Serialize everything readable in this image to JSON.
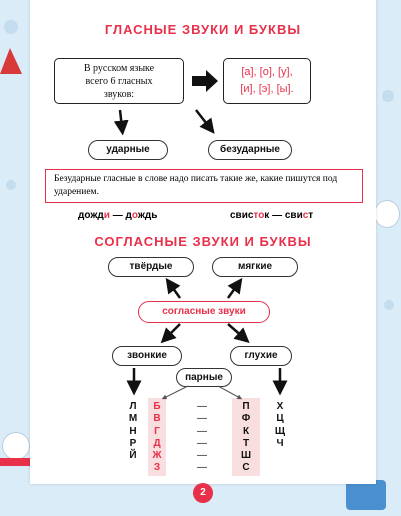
{
  "vowels": {
    "title": "ГЛАСНЫЕ ЗВУКИ И БУКВЫ",
    "intro_lines": [
      "В русском языке",
      "всего 6 гласных",
      "звуков:"
    ],
    "sounds_row1": "[а], [о], [у],",
    "sounds_row2": "[и], [э], [ы].",
    "stressed": "ударные",
    "unstressed": "безударные",
    "rule": "Безударные гласные в слове надо писать такие же, какие пишутся под ударением.",
    "example1": {
      "a_pre": "дожд",
      "a_hl": "и",
      "dash": "—",
      "b_pre": "д",
      "b_hl": "о",
      "b_post": "ждь"
    },
    "example2": {
      "a_pre": "свис",
      "a_hl": "то",
      "a_post": "к",
      "dash": "—",
      "b_pre": "сви",
      "b_hl": "с",
      "b_post": "т"
    }
  },
  "consonants": {
    "title": "СОГЛАСНЫЕ ЗВУКИ И БУКВЫ",
    "hard": "твёрдые",
    "soft": "мягкие",
    "center": "согласные звуки",
    "voiced": "звонкие",
    "voiceless": "глухие",
    "paired": "парные",
    "unpaired_voiced": [
      "Л",
      "М",
      "Н",
      "Р",
      "Й"
    ],
    "paired_voiced": [
      "Б",
      "В",
      "Г",
      "Д",
      "Ж",
      "З"
    ],
    "paired_voiceless": [
      "П",
      "Ф",
      "К",
      "Т",
      "Ш",
      "С"
    ],
    "unpaired_voiceless": [
      "Х",
      "Ц",
      "Щ",
      "Ч"
    ],
    "pair_dash": "—"
  },
  "page_number": "2",
  "colors": {
    "accent": "#e8304a",
    "pink_bg": "#f8dede",
    "background": "#d9ecf8"
  }
}
